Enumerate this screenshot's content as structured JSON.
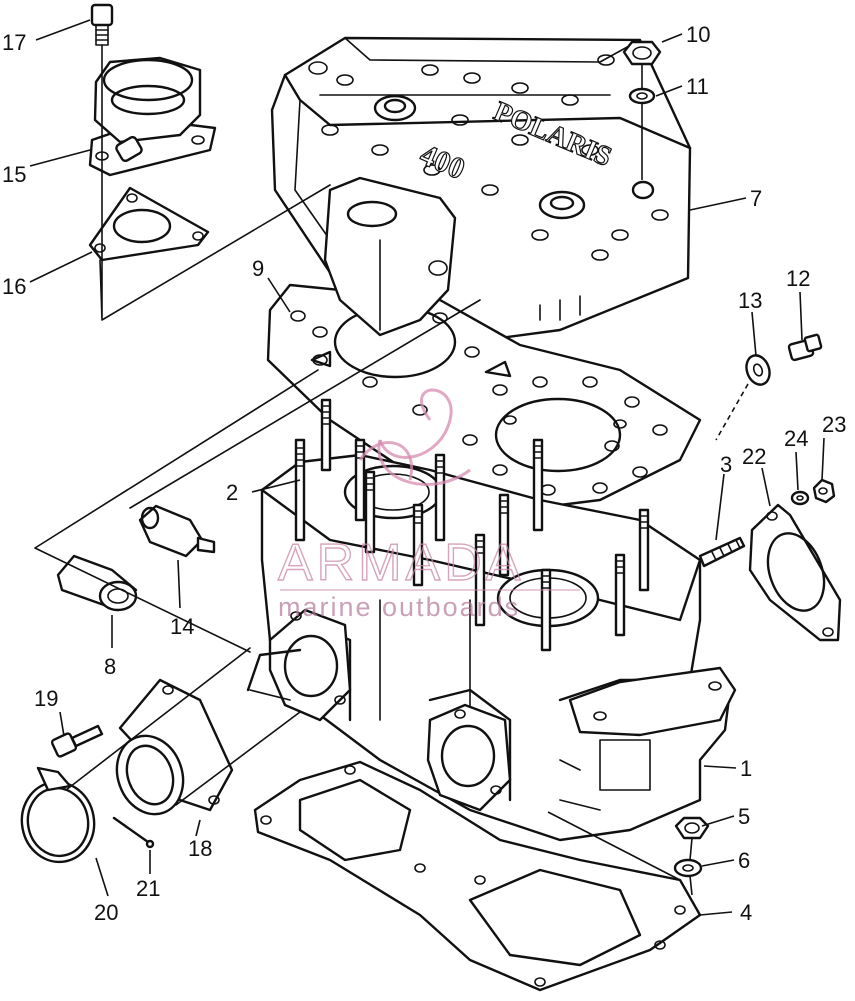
{
  "diagram": {
    "callouts": [
      {
        "id": "1",
        "label": "1"
      },
      {
        "id": "2",
        "label": "2"
      },
      {
        "id": "3",
        "label": "3"
      },
      {
        "id": "4",
        "label": "4"
      },
      {
        "id": "5",
        "label": "5"
      },
      {
        "id": "6",
        "label": "6"
      },
      {
        "id": "7",
        "label": "7"
      },
      {
        "id": "8",
        "label": "8"
      },
      {
        "id": "9",
        "label": "9"
      },
      {
        "id": "10",
        "label": "10"
      },
      {
        "id": "11",
        "label": "11"
      },
      {
        "id": "12",
        "label": "12"
      },
      {
        "id": "13",
        "label": "13"
      },
      {
        "id": "14",
        "label": "14"
      },
      {
        "id": "15",
        "label": "15"
      },
      {
        "id": "16",
        "label": "16"
      },
      {
        "id": "17",
        "label": "17"
      },
      {
        "id": "18",
        "label": "18"
      },
      {
        "id": "19",
        "label": "19"
      },
      {
        "id": "20",
        "label": "20"
      },
      {
        "id": "21",
        "label": "21"
      },
      {
        "id": "22",
        "label": "22"
      },
      {
        "id": "23",
        "label": "23"
      },
      {
        "id": "24",
        "label": "24"
      }
    ],
    "embossing": {
      "brand": "POLARIS",
      "model": "400"
    }
  },
  "watermark": {
    "brand": "ARMADA",
    "tagline": "marine outboards",
    "color": "#c987a6"
  }
}
